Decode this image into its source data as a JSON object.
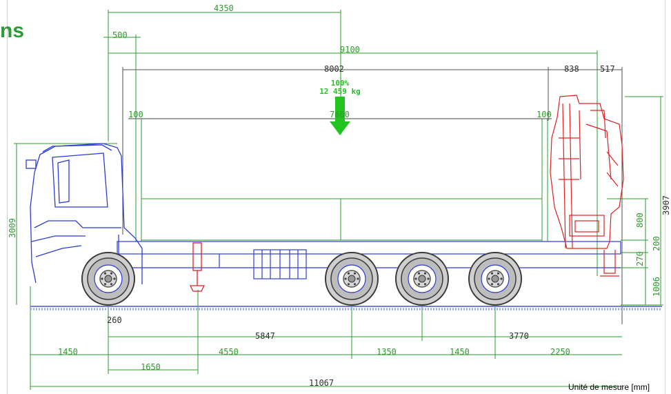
{
  "brand": {
    "logo_text": "ns"
  },
  "footer": {
    "unit_label": "Unité de mesure [mm]"
  },
  "load": {
    "percent": "100%",
    "weight": "12 459 kg"
  },
  "dimensions": {
    "top_4350": "4350",
    "top_500": "500",
    "overall_9100": "9100",
    "body_8002": "8002",
    "crane_838": "838",
    "crane_517": "517",
    "load_100_left": "100",
    "load_7600": "7600",
    "load_100_right": "100",
    "height_3009": "3009",
    "height_3907": "3907",
    "height_800": "800",
    "height_200": "200",
    "height_270": "270",
    "height_1006": "1006",
    "front_260": "260",
    "wheelbase_5847": "5847",
    "rear_3770": "3770",
    "front_overhang_1450": "1450",
    "axle_4550": "4550",
    "axle_1350": "1350",
    "axle_1450": "1450",
    "rear_2250": "2250",
    "outrigger_1650": "1650",
    "total_11067": "11067"
  },
  "colors": {
    "dimension": "#2a9d2a",
    "dimension_dark": "#404040",
    "cab": "#2b3bd6",
    "crane": "#e02020",
    "wheel": "#555555",
    "ground": "#6f7fe0",
    "load_arrow": "#22c422"
  }
}
